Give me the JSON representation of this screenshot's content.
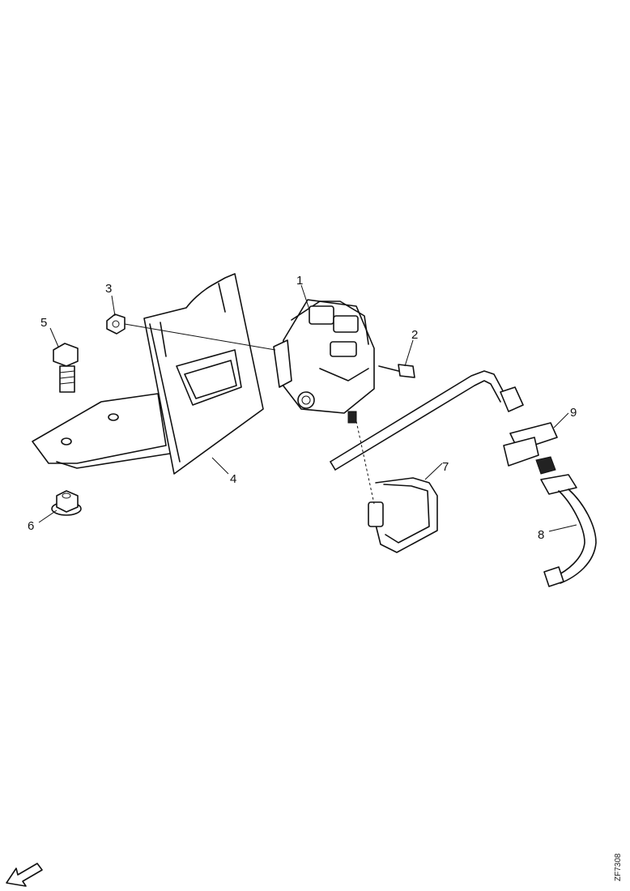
{
  "callouts": {
    "c1": "1",
    "c2": "2",
    "c3": "3",
    "c4": "4",
    "c5": "5",
    "c6": "6",
    "c7": "7",
    "c8": "8",
    "c9": "9"
  },
  "drawing_code": "ZF7308",
  "icons": {
    "front_arrow": "arrow-down-left-icon"
  }
}
